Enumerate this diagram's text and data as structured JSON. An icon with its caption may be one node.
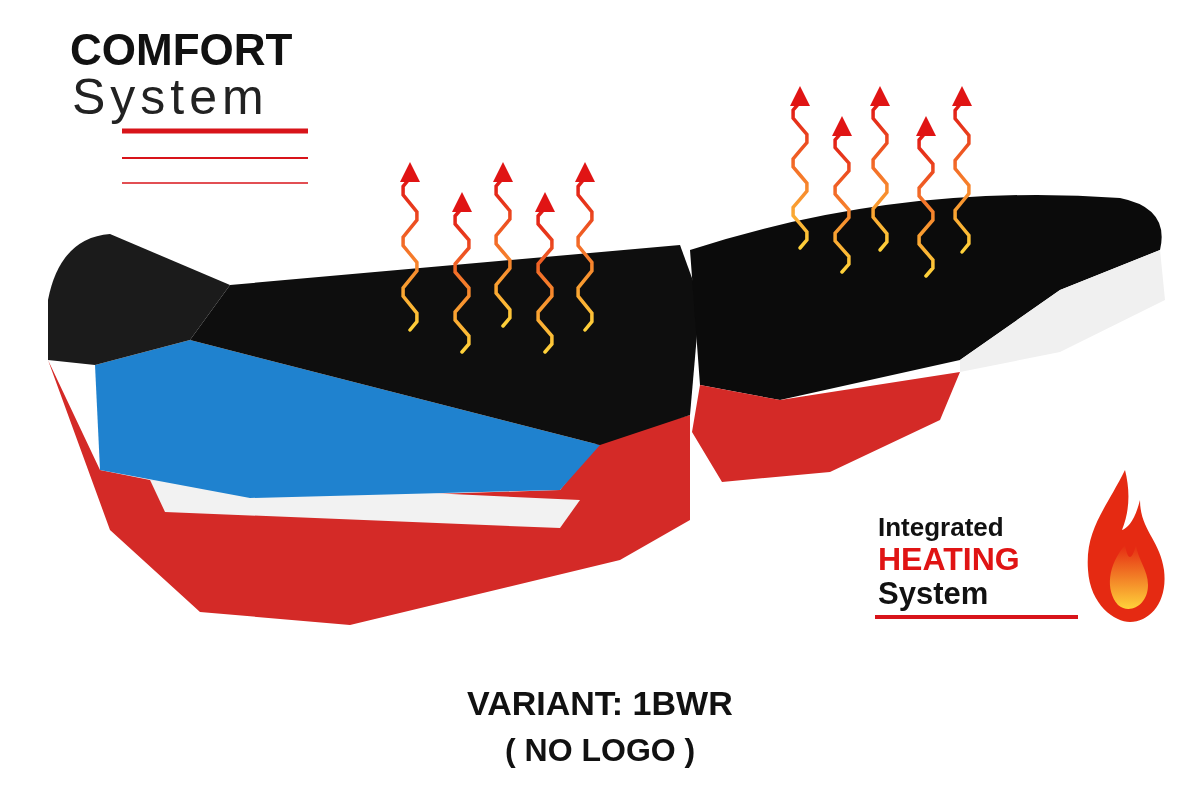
{
  "diagram": {
    "labels": [
      "COMFORT",
      "System",
      "Integrated",
      "HEATING",
      "System",
      "VARIANT: 1BWR",
      "( NO LOGO )"
    ]
  }
}
